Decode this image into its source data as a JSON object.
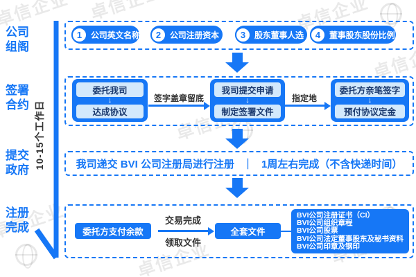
{
  "colors": {
    "accent": "#1677f6",
    "light_box": "#d3e9fc",
    "navy_text": "#1c3a6e",
    "label_text": "#333333"
  },
  "watermark": {
    "text": "卓信企业"
  },
  "icons": {
    "down_arrow": "↓"
  },
  "rail": {
    "labels": [
      {
        "text": "公司\n组阁"
      },
      {
        "text": "签署\n合约"
      },
      {
        "text": "提交\n政府"
      },
      {
        "text": "注册\n完成"
      }
    ],
    "duration": "10-15个工作日"
  },
  "stage1": {
    "items": [
      {
        "num": "1",
        "label": "公司英文名称"
      },
      {
        "num": "2",
        "label": "公司注册资本"
      },
      {
        "num": "3",
        "label": "股东董事人选"
      },
      {
        "num": "4",
        "label": "董事股东股份比例"
      }
    ]
  },
  "stage2": {
    "groups": [
      {
        "top": "委托我司",
        "bottom": "达成协议"
      },
      {
        "top": "我司提交申请",
        "bottom": "制定签署文件"
      },
      {
        "top": "委托方亲笔签字",
        "bottom": "预付协议定金"
      }
    ],
    "arrow_labels": [
      "签字盖章留底",
      "指定地"
    ]
  },
  "stage3": {
    "text_left": "我司递交 BVI 公司注册局进行注册",
    "separator": "｜",
    "text_right": "1周左右完成（不含快递时间）"
  },
  "stage4": {
    "payment": "委托方支付余款",
    "arrow_label_top": "交易完成",
    "arrow_label_bottom": "领取文件",
    "package": "全套文件",
    "documents": [
      "BVI公司注册证书（CI）",
      "BVI公司组织章程",
      "BVI公司股票",
      "BVI公司法定董事股东及秘书资料",
      "BVI公司印章及钢印"
    ]
  }
}
